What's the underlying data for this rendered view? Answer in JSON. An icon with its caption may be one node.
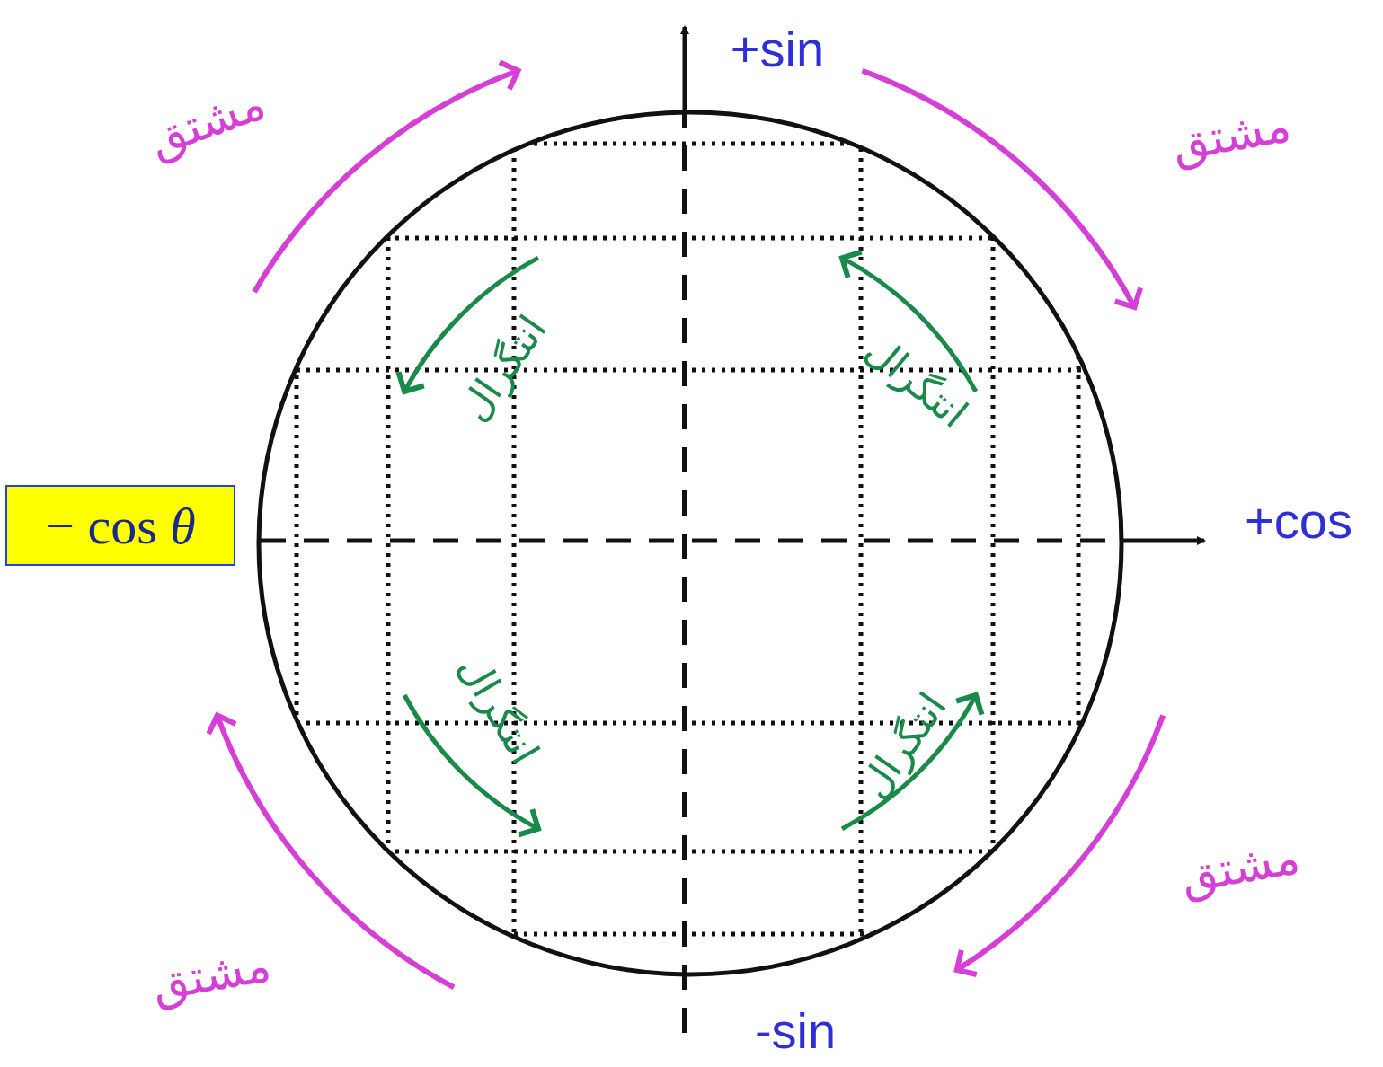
{
  "diagram": {
    "nodes": [
      {
        "text": [
          "− cos *θ*"
        ]
      }
    ],
    "labels": [
      "+sin",
      "مشتق",
      "مشتق",
      "انتگرال",
      "انتگرال",
      "+cos",
      "انتگرال",
      "انتگرال",
      "مشتق",
      "مشتق",
      "-sin"
    ]
  }
}
